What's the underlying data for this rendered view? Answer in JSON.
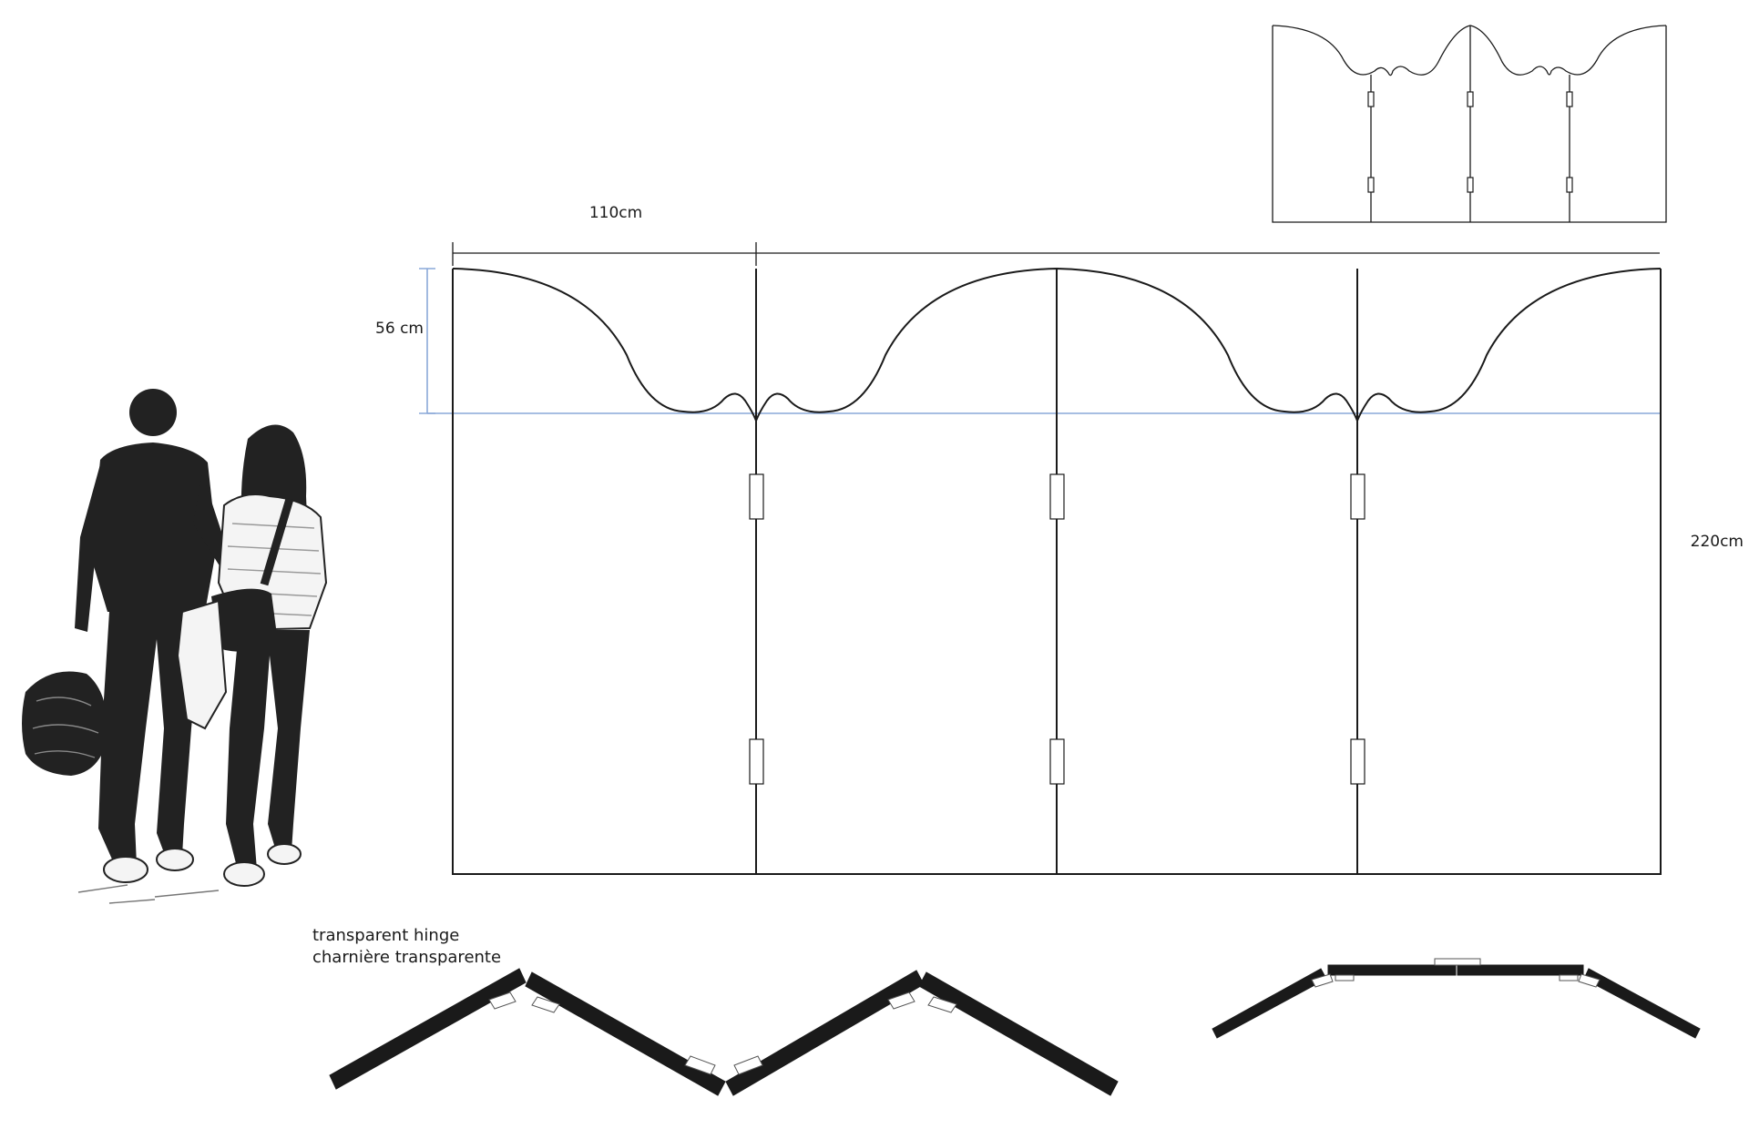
{
  "dimensions": {
    "panel_width": "110cm",
    "crest_depth": "56 cm",
    "total_height": "220cm"
  },
  "hinge_note": {
    "line_en": "transparent hinge",
    "line_fr": "charnière transparente"
  }
}
